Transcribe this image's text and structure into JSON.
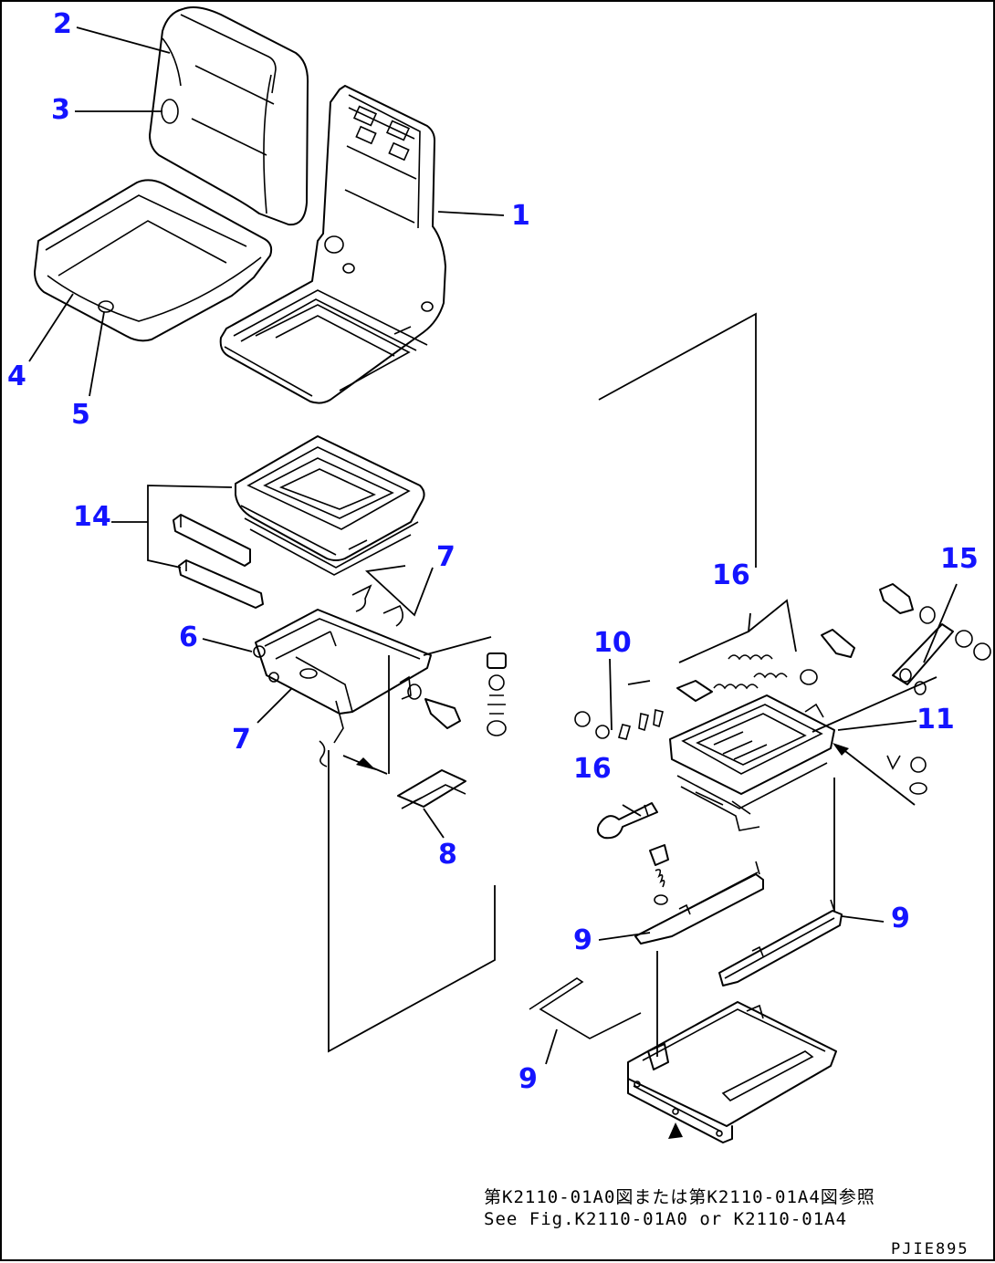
{
  "callouts": {
    "c1": "1",
    "c2": "2",
    "c3": "3",
    "c4": "4",
    "c5": "5",
    "c6": "6",
    "c7a": "7",
    "c7b": "7",
    "c8": "8",
    "c9a": "9",
    "c9b": "9",
    "c9c": "9",
    "c10": "10",
    "c11": "11",
    "c14": "14",
    "c15": "15",
    "c16a": "16",
    "c16b": "16"
  },
  "reference_note": {
    "line_jp": "第K2110-01A0図または第K2110-01A4図参照",
    "line_en": "See Fig.K2110-01A0 or K2110-01A4"
  },
  "drawing_code": "PJIE895",
  "colors": {
    "callout": "#1414ff",
    "line": "#000000",
    "background": "#ffffff"
  }
}
